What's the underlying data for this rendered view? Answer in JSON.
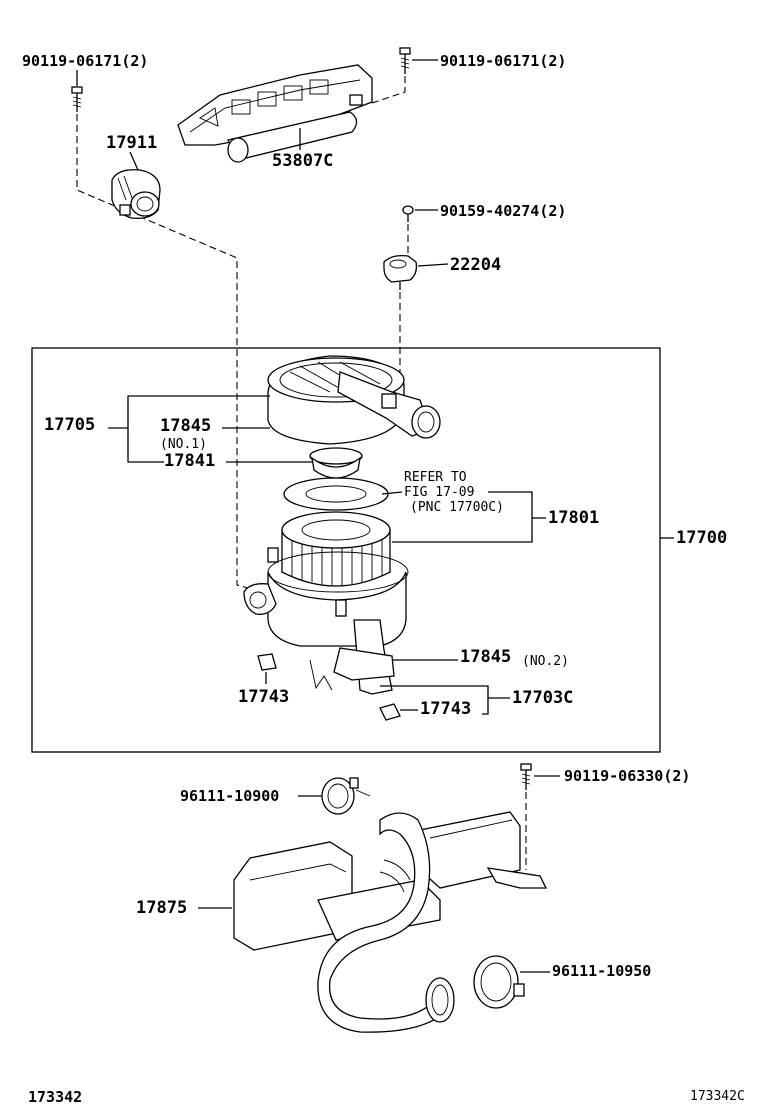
{
  "labels": {
    "bolt_top_left": "90119-06171(2)",
    "bolt_top_right": "90119-06171(2)",
    "hose_17911": "17911",
    "duct_53807c": "53807C",
    "screw_90159": "90159-40274(2)",
    "meter_22204": "22204",
    "assy_17705": "17705",
    "cap_17845_no1": "17845",
    "cap_17845_no1_note": "(NO.1)",
    "gasket_17841": "17841",
    "refer_line1": "REFER TO",
    "refer_line2": "FIG 17-09",
    "refer_line3": "(PNC 17700C)",
    "element_17801": "17801",
    "cleaner_17700": "17700",
    "clip_17845_no2": "17845",
    "clip_17845_no2_note": "(NO.2)",
    "clamp_17743_left": "17743",
    "clamp_17743_right": "17743",
    "case_17703c": "17703C",
    "clamp_96111_10900": "96111-10900",
    "bolt_90119_06330": "90119-06330(2)",
    "inlet_17875": "17875",
    "clamp_96111_10950": "96111-10950",
    "footer_left": "173342",
    "footer_right": "173342C"
  }
}
